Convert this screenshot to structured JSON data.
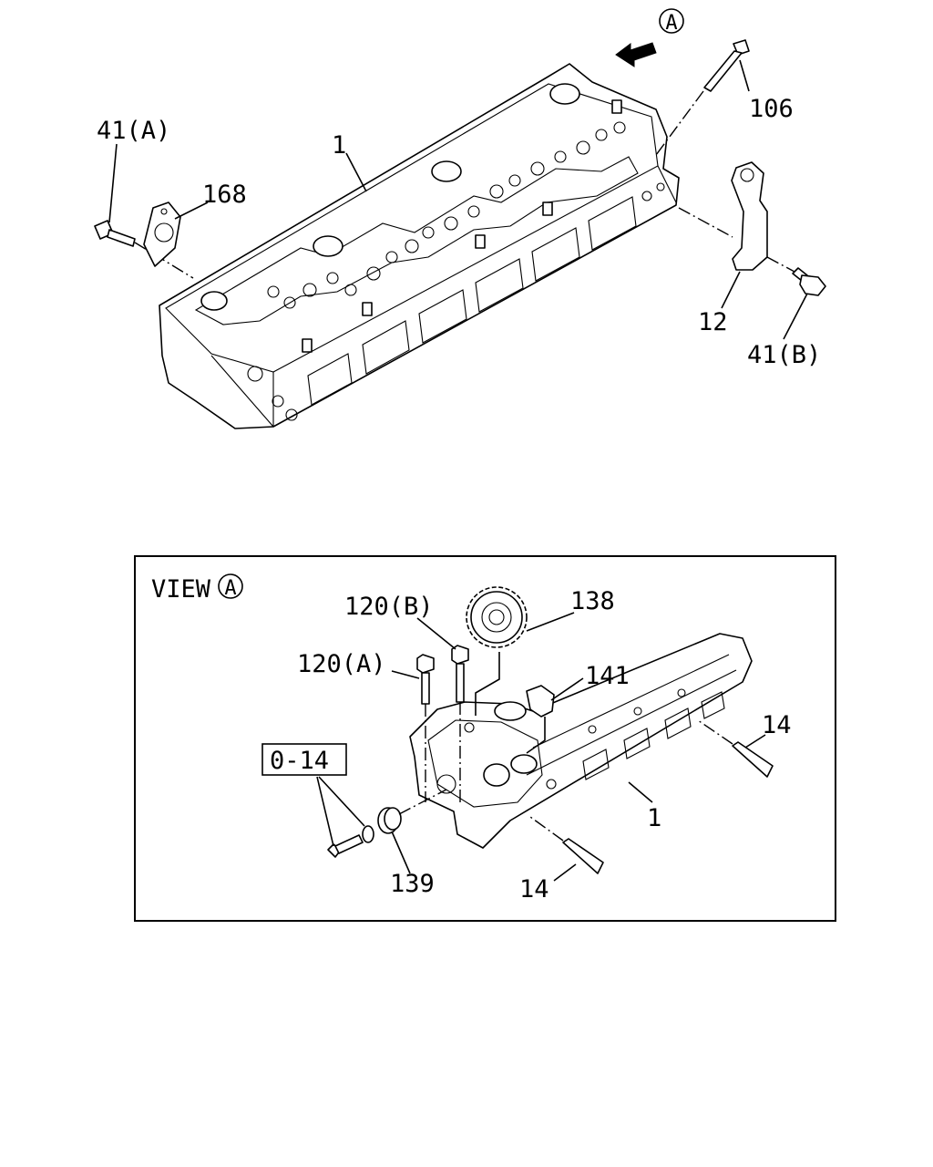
{
  "diagram": {
    "view_marker": "A",
    "labels": {
      "l106": "106",
      "l41a": "41(A)",
      "l168": "168",
      "l1_top": "1",
      "l12": "12",
      "l41b": "41(B)",
      "l138": "138",
      "l120b": "120(B)",
      "l120a": "120(A)",
      "l141": "141",
      "l14_right": "14",
      "l014": "0-14",
      "l1_view": "1",
      "l139": "139",
      "l14_bottom": "14"
    },
    "view_box": {
      "title": "VIEW",
      "marker": "A"
    }
  }
}
